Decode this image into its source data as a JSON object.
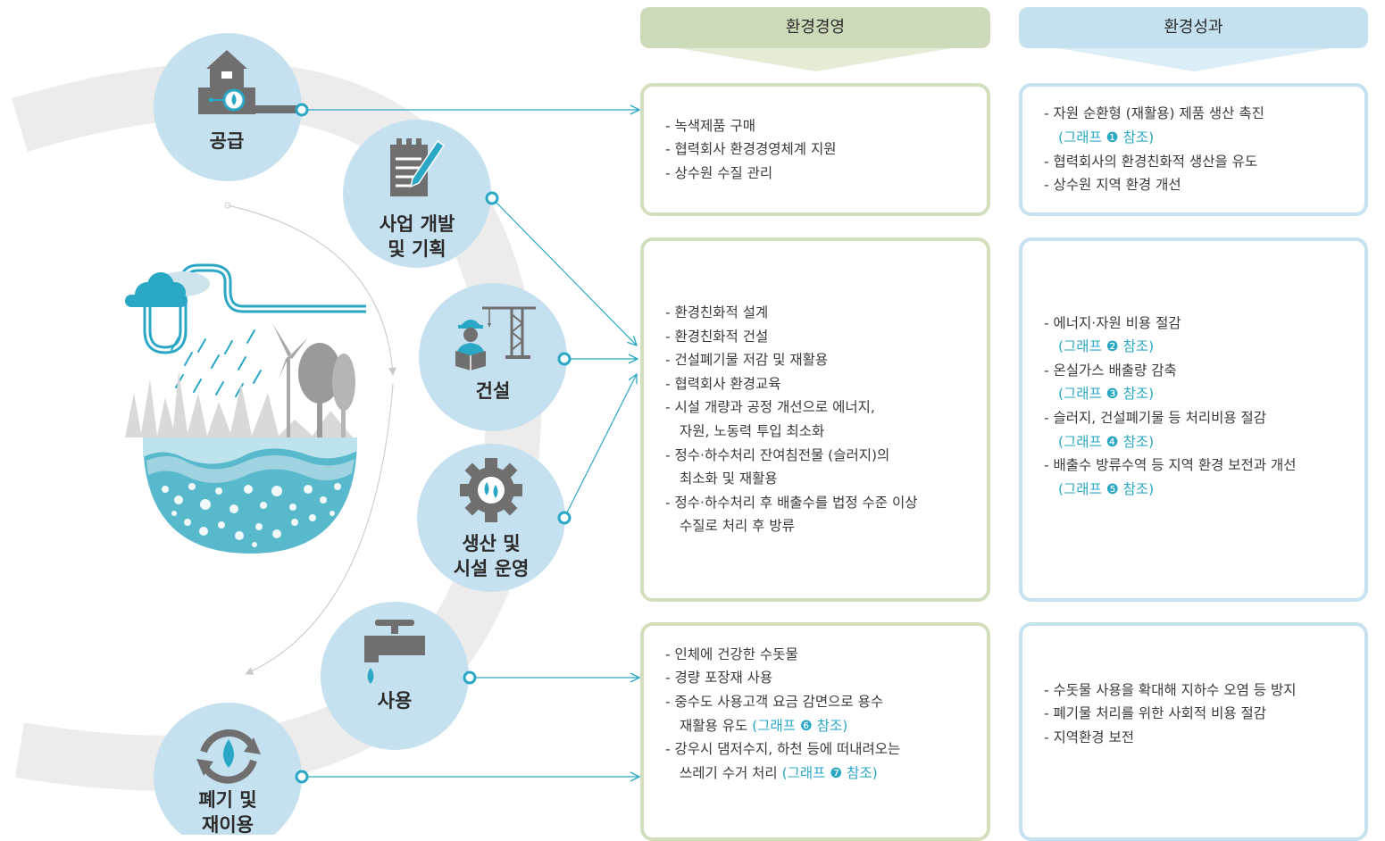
{
  "columns": {
    "management": "환경경영",
    "result": "환경성과"
  },
  "stages": [
    {
      "label": "공급",
      "icon": "house-pipe-icon"
    },
    {
      "label_line1": "사업 개발",
      "label_line2": "및 기획",
      "icon": "clipboard-pen-icon"
    },
    {
      "label": "건설",
      "icon": "worker-crane-icon"
    },
    {
      "label_line1": "생산 및",
      "label_line2": "시설 운영",
      "icon": "gear-water-icon"
    },
    {
      "label": "사용",
      "icon": "faucet-icon"
    },
    {
      "label_line1": "폐기 및",
      "label_line2": "재이용",
      "icon": "recycle-water-icon"
    }
  ],
  "management_boxes": [
    {
      "items": [
        "- 녹색제품 구매",
        "- 협력회사 환경경영체계 지원",
        "- 상수원 수질 관리"
      ]
    },
    {
      "items": [
        "- 환경친화적 설계",
        "- 환경친화적 건설",
        "- 건설폐기물 저감 및 재활용",
        "- 협력회사 환경교육",
        "- 시설 개량과 공정 개선으로 에너지,",
        "자원, 노동력 투입 최소화",
        "- 정수·하수처리 잔여침전물 (슬러지)의",
        "최소화 및 재활용",
        "- 정수·하수처리 후 배출수를 법정 수준 이상",
        "수질로 처리 후 방류"
      ]
    },
    {
      "item1": "- 인체에 건강한 수돗물",
      "item2": "- 경량 포장재 사용",
      "item3": "- 중수도 사용고객 요금 감면으로 용수",
      "item4_text": "재활용 유도 ",
      "item4_ref": "(그래프 ❻ 참조)",
      "item5": "- 강우시 댐저수지, 하천 등에 떠내려오는",
      "item6_text": "쓰레기 수거 처리 ",
      "item6_ref": "(그래프 ❼ 참조)"
    }
  ],
  "result_boxes": [
    {
      "item1": "- 자원 순환형 (재활용) 제품 생산 촉진",
      "ref1": "(그래프 ❶ 참조)",
      "item2": "- 협력회사의 환경친화적 생산을 유도",
      "item3": "- 상수원 지역 환경 개선"
    },
    {
      "item1": "- 에너지·자원 비용 절감",
      "ref1": "(그래프 ❷ 참조)",
      "item2": "- 온실가스 배출량 감축",
      "ref2": "(그래프 ❸ 참조)",
      "item3": "- 슬러지, 건설폐기물 등 처리비용 절감",
      "ref3": "(그래프 ❹ 참조)",
      "item4": "- 배출수 방류수역 등 지역 환경 보전과 개선",
      "ref4": "(그래프 ❺ 참조)"
    },
    {
      "items": [
        "- 수돗물 사용을 확대해 지하수 오염 등 방지",
        "- 폐기물 처리를 위한 사회적 비용 절감",
        "- 지역환경 보전"
      ]
    }
  ],
  "colors": {
    "circle": "#c5e0ef",
    "arc": "#ececec",
    "connector": "#2aa7c4",
    "icon": "#6f6f6f",
    "water": "#2aa7c4",
    "green_border": "#d2dfbd",
    "blue_border": "#c6e1f0"
  }
}
